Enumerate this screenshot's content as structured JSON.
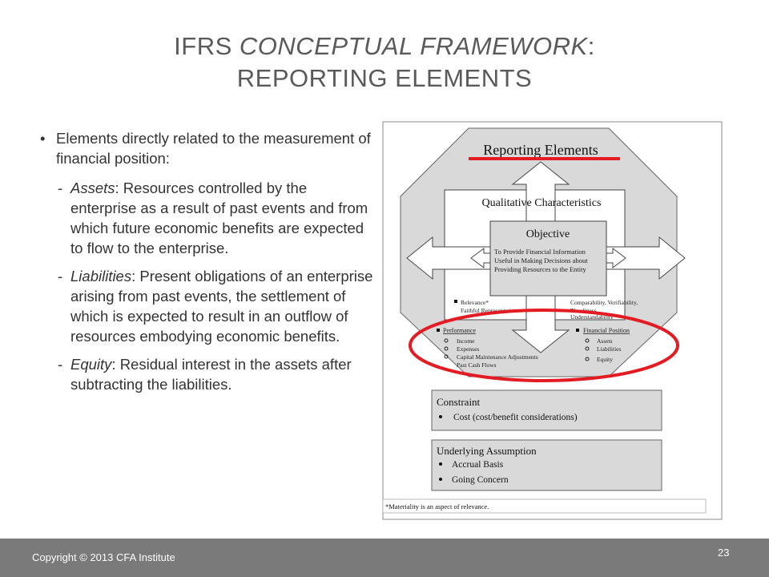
{
  "slide": {
    "title_line1_prefix": "IFRS ",
    "title_line1_italic": "CONCEPTUAL FRAMEWORK",
    "title_line1_suffix": ":",
    "title_line2": "REPORTING ELEMENTS",
    "bullet_marker": "•",
    "bullet": "Elements directly related to the measurement of financial position:",
    "dash": "-",
    "items": [
      {
        "term": "Assets",
        "text": ": Resources controlled by the enterprise as a result of past events and from which future economic benefits are expected to flow to the enterprise."
      },
      {
        "term": "Liabilities",
        "text": ": Present obligations of an enterprise arising from past events, the settlement of which is expected to result in an outflow of resources embodying economic benefits."
      },
      {
        "term": "Equity",
        "text": ": Residual interest in the assets after subtracting the liabilities."
      }
    ]
  },
  "diagram": {
    "reporting_elements": "Reporting Elements",
    "qualitative": "Qualitative Characteristics",
    "objective": "Objective",
    "objective_lines": [
      "To Provide Financial Information",
      "Useful in Making Decisions about",
      "Providing Resources to the Entity"
    ],
    "qual_left": [
      "Relevance*",
      "Faithful Representation"
    ],
    "qual_right": [
      "Comparability, Verifiability,",
      "Timeliness,",
      "Understandability"
    ],
    "performance": "Performance",
    "performance_items": [
      "Income",
      "Expenses",
      "Capital Maintenance Adjustments",
      "Past Cash Flows"
    ],
    "financial_position": "Financial Position",
    "financial_position_items": [
      "Assets",
      "Liabilities",
      "Equity"
    ],
    "constraint": "Constraint",
    "constraint_item": "Cost (cost/benefit considerations)",
    "assumption": "Underlying Assumption",
    "assumption_items": [
      "Accrual Basis",
      "Going Concern"
    ],
    "footnote": "*Materiality is an aspect of relevance.",
    "colors": {
      "highlight": "#e31b23",
      "shape_fill": "#d9d9d9"
    }
  },
  "footer": {
    "copyright": "Copyright © 2013 CFA Institute",
    "page": "23"
  }
}
